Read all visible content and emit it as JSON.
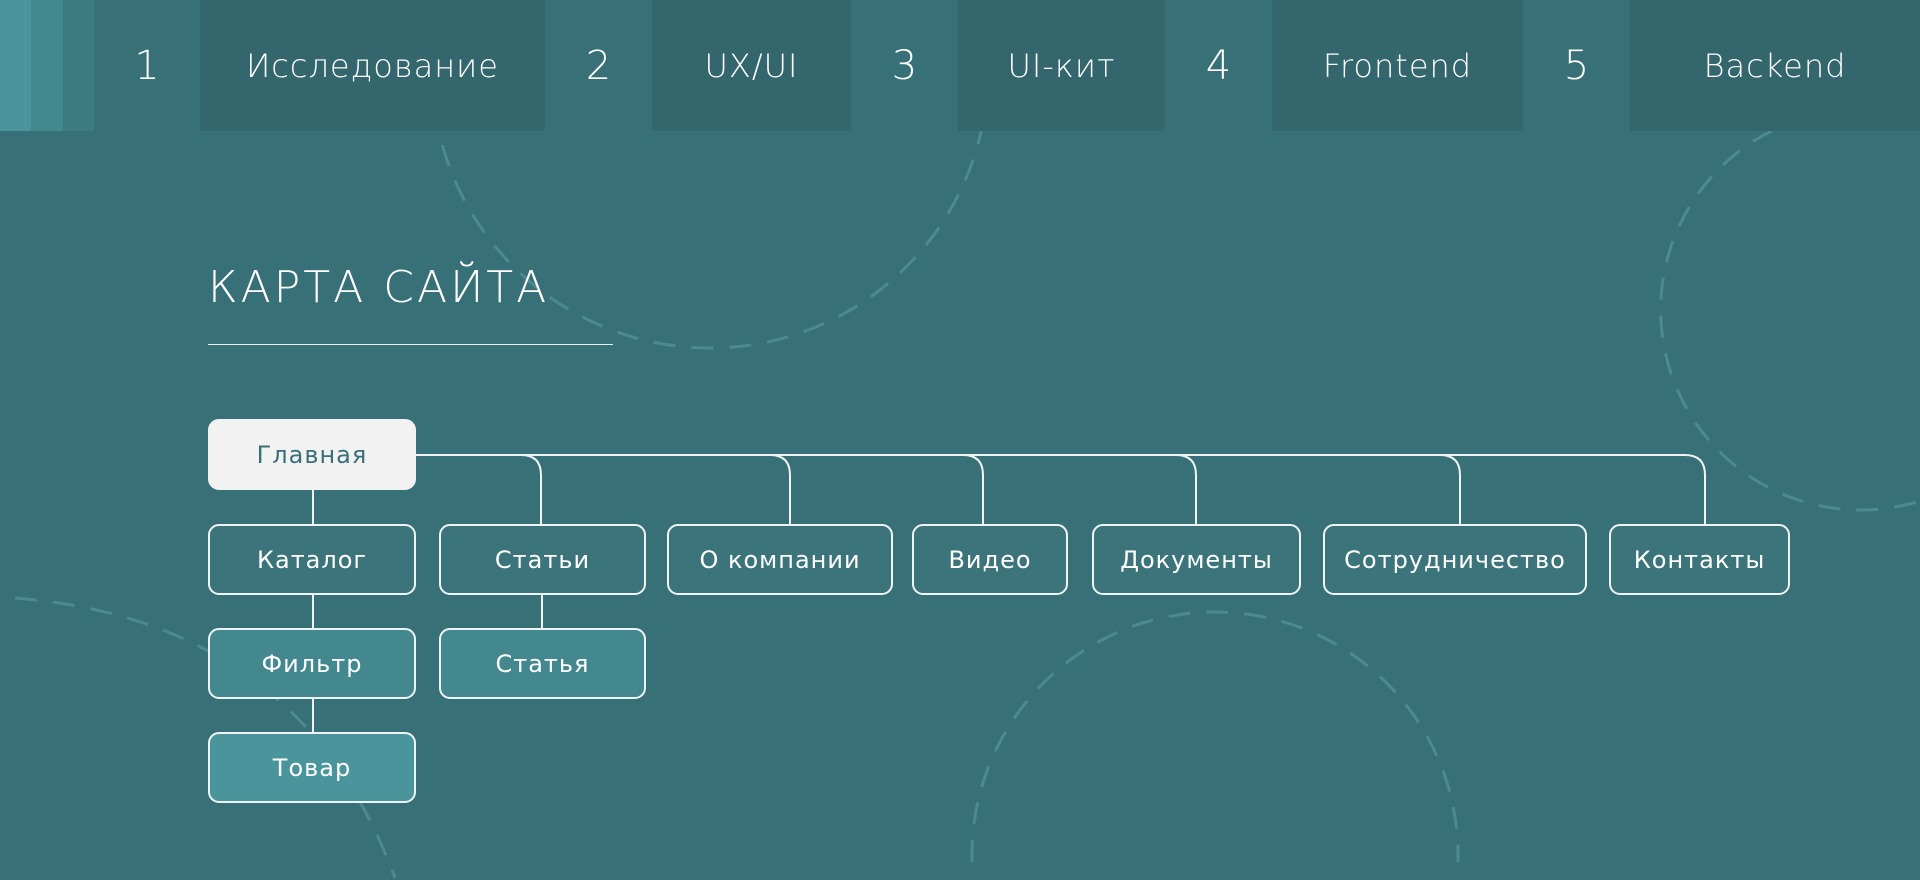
{
  "nav": {
    "steps": [
      {
        "num": "1",
        "label": "Исследование"
      },
      {
        "num": "2",
        "label": "UX/UI"
      },
      {
        "num": "3",
        "label": "UI-кит"
      },
      {
        "num": "4",
        "label": "Frontend"
      },
      {
        "num": "5",
        "label": "Backend"
      }
    ]
  },
  "title": "КАРТА САЙТА",
  "sitemap": {
    "root": "Главная",
    "sections": [
      "Каталог",
      "Статьи",
      "О компании",
      "Видео",
      "Документы",
      "Сотрудничество",
      "Контакты"
    ],
    "catalog_children": [
      "Фильтр",
      "Товар"
    ],
    "articles_children": [
      "Статья"
    ]
  },
  "colors": {
    "background": "#387078",
    "tab": "#33666d",
    "root": "#f2f2f2",
    "level2": "#43878f",
    "level3": "#4a949c"
  }
}
